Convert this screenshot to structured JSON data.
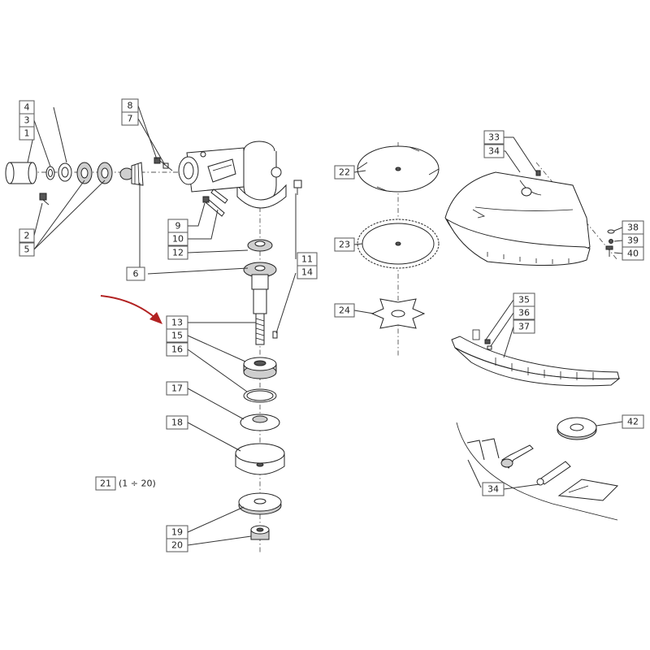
{
  "labels": {
    "l1": "1",
    "l2": "2",
    "l3": "3",
    "l4": "4",
    "l5": "5",
    "l6": "6",
    "l7": "7",
    "l8": "8",
    "l9": "9",
    "l10": "10",
    "l11": "11",
    "l12": "12",
    "l13": "13",
    "l14": "14",
    "l15": "15",
    "l16": "16",
    "l17": "17",
    "l18": "18",
    "l19": "19",
    "l20": "20",
    "l21": "21",
    "l22": "22",
    "l23": "23",
    "l24": "24",
    "l33": "33",
    "l34a": "34",
    "l34b": "34",
    "l35": "35",
    "l36": "36",
    "l37": "37",
    "l38": "38",
    "l39": "39",
    "l40": "40",
    "l42": "42"
  },
  "kit_range": "(1 ÷ 20)",
  "colors": {
    "arrow": "#b22222",
    "ink": "#222222",
    "label_border": "#555555"
  }
}
